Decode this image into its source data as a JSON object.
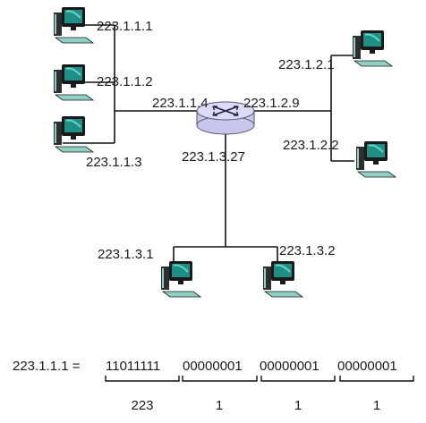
{
  "hosts": {
    "h1": "223.1.1.1",
    "h2": "223.1.1.2",
    "h3": "223.1.1.3",
    "h4": "223.1.2.1",
    "h5": "223.1.2.2",
    "h6": "223.1.3.1",
    "h7": "223.1.3.2"
  },
  "router_interfaces": {
    "if1": "223.1.1.4",
    "if2": "223.1.2.9",
    "if3": "223.1.3.27"
  },
  "binary": {
    "prefix": "223.1.1.1 = ",
    "octets": [
      "11011111",
      "00000001",
      "00000001",
      "00000001"
    ],
    "decimal": [
      "223",
      "1",
      "1",
      "1"
    ]
  },
  "colors": {
    "router_body": "#c9c6ec",
    "monitor_screen": "#1f8f86",
    "monitor_body": "#1a1a1a",
    "keyboard": "#8fd0c6"
  }
}
